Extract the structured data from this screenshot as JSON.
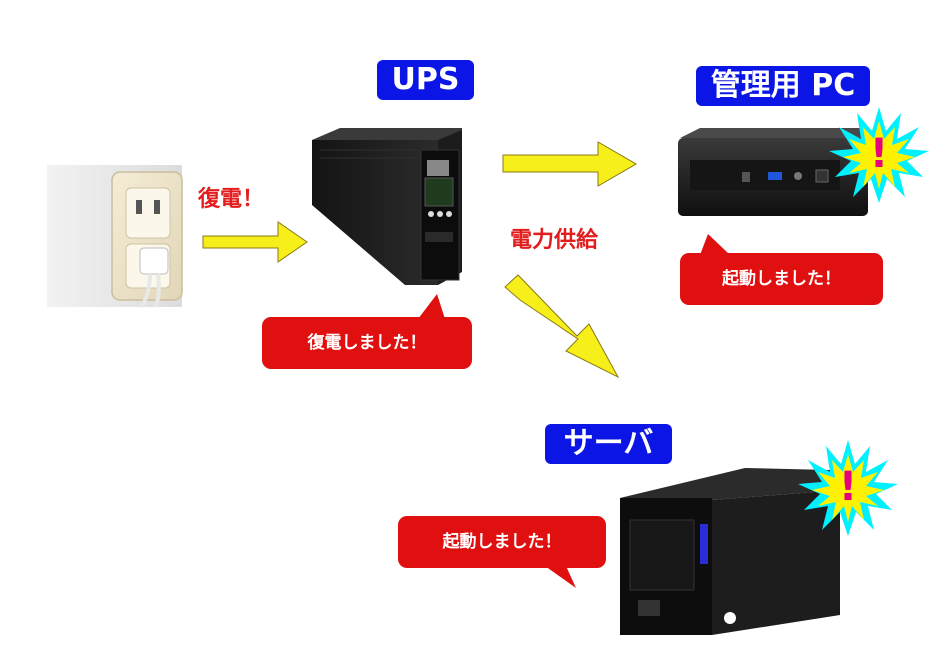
{
  "labels": {
    "ups": "UPS",
    "mgmt_pc": "管理用 PC",
    "server": "サーバ",
    "power_restored": "復電！",
    "power_supply": "電力供給"
  },
  "bubbles": {
    "ups": "復電しました！",
    "pc": "起動しました！",
    "server": "起動しました！"
  },
  "alert": {
    "glyph": "!"
  },
  "icons": [
    "wall-outlet-photo",
    "ups-device-photo",
    "mini-pc-photo",
    "server-case-photo",
    "alert-burst-icon",
    "arrow-icon"
  ],
  "colors": {
    "badge_blue": "#0a15e6",
    "bubble_red": "#e01010",
    "arrow_yellow": "#f7ef1a",
    "burst_cyan": "#00f0ff",
    "burst_yellow": "#fff200",
    "alert_red": "#e6007e"
  }
}
